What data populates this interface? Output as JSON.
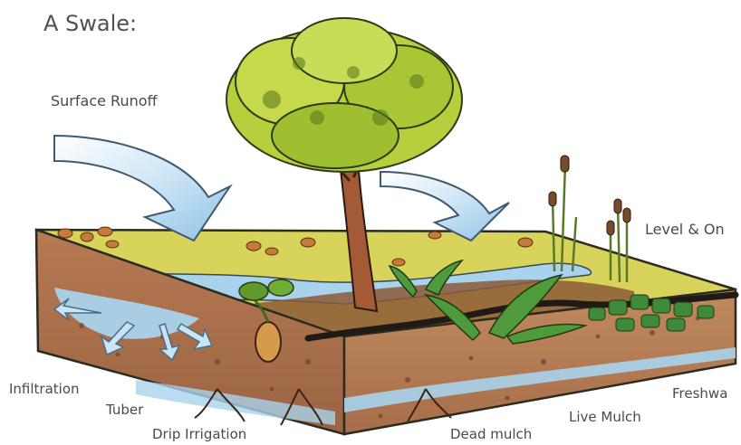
{
  "title": "A Swale:",
  "labels": {
    "surface_runoff": "Surface Runoff",
    "level_on": "Level & On",
    "infiltration": "Infiltration",
    "tuber": "Tuber",
    "drip_irrigation": "Drip Irrigation",
    "dead_mulch": "Dead mulch",
    "live_mulch": "Live Mulch",
    "freshwater": "Freshwa"
  },
  "colors": {
    "grass": "#d8d35a",
    "soil": "#a9714c",
    "water": "#a9d3ec",
    "arrow": "#bcdcf2",
    "foliage": "#b6cf3c",
    "trunk": "#a45a35"
  }
}
